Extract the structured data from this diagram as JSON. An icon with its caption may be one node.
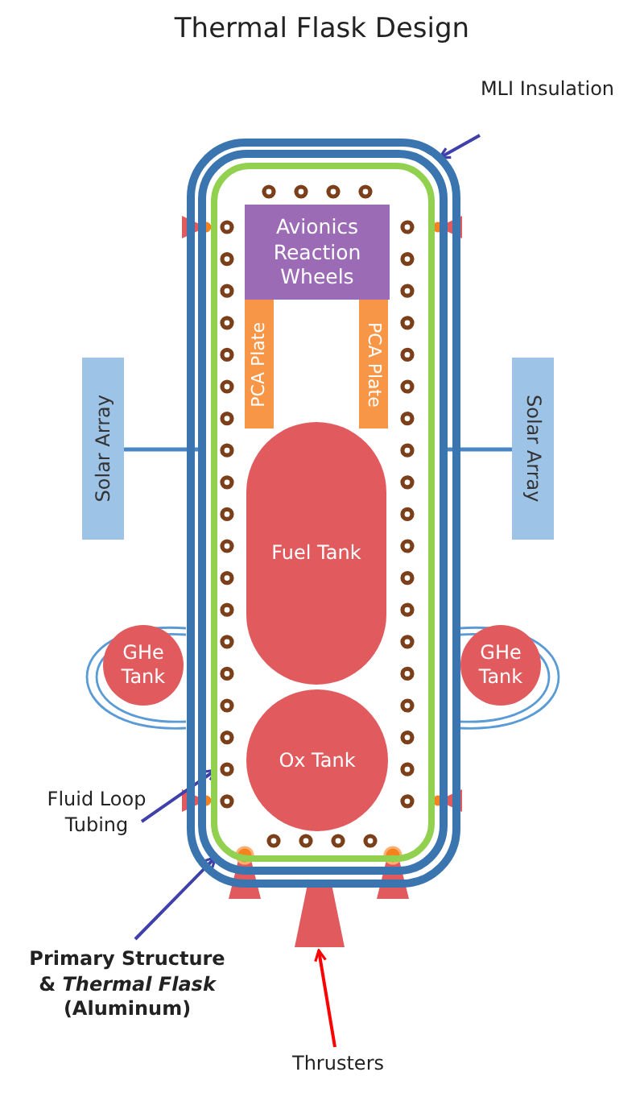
{
  "diagram": {
    "title": "Thermal Flask Design",
    "nodes": [
      {
        "text": [
          "Avionics Reaction Wheels"
        ],
        "in": 14
      },
      {
        "text": [
          "PCA Plate"
        ],
        "in": 14
      },
      {
        "text": [
          "PCA Plate"
        ],
        "in": 14
      },
      {
        "text": [
          "Solar Array"
        ]
      },
      {
        "text": [
          "Solar Array"
        ]
      },
      {
        "text": [
          "Fuel Tank"
        ],
        "in": 14
      },
      {
        "text": [
          "GHe Tank"
        ]
      },
      {
        "text": [
          "GHe Tank"
        ]
      },
      {
        "text": [
          "Ox Tank"
        ],
        "in": 14
      },
      {
        "text": [
          "MLI Insulation"
        ]
      },
      {
        "text": [
          "Fluid Loop Tubing"
        ]
      },
      {
        "text": [
          "Primary Structure & *Thermal Flask* (Aluminum)"
        ]
      },
      {
        "text": [
          "Thrusters"
        ]
      },
      {
        "text": [],
        "shape": "box"
      },
      {
        "text": [],
        "shape": "box",
        "in": 15
      },
      {
        "text": [],
        "shape": "box",
        "in": 13
      },
      {
        "text": [],
        "shape": "trapezoid"
      }
    ],
    "edges": [
      {
        "from": 3,
        "to": 15,
        "arrow": "none",
        "color": "#4a86c5"
      },
      {
        "from": 4,
        "to": 15,
        "arrow": "none",
        "color": "#4a86c5"
      },
      {
        "from": 6,
        "to": 13,
        "arrow": "none",
        "color": "#5b9bd5"
      },
      {
        "from": 7,
        "to": 13,
        "arrow": "none",
        "color": "#5b9bd5"
      },
      {
        "from": 9,
        "to": 13,
        "arrow": "to"
      },
      {
        "from": 10,
        "to": 14,
        "arrow": "to"
      },
      {
        "from": 11,
        "to": 15,
        "arrow": "to"
      },
      {
        "from": 12,
        "to": 16,
        "arrow": "to",
        "color": "#ff0000"
      }
    ]
  }
}
